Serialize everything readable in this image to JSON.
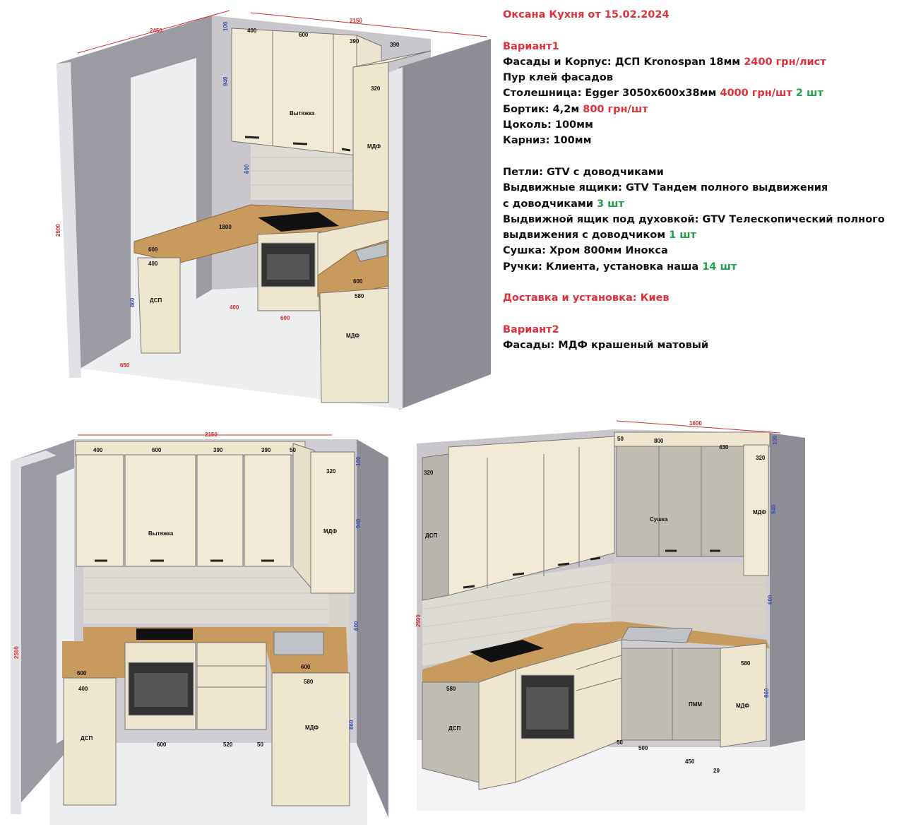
{
  "spec": {
    "title": "Оксана Кухня от 15.02.2024",
    "variant1_title": "Вариант1",
    "lines": [
      {
        "parts": [
          {
            "t": "Фасады и Корпус: ДСП Kronospan 18мм ",
            "c": ""
          },
          {
            "t": "2400 грн/лист",
            "c": "red"
          }
        ]
      },
      {
        "parts": [
          {
            "t": "Пур клей фасадов",
            "c": ""
          }
        ]
      },
      {
        "parts": [
          {
            "t": "Столешница: Egger 3050x600x38мм ",
            "c": ""
          },
          {
            "t": "4000 грн/шт",
            "c": "red"
          },
          {
            "t": " ",
            "c": ""
          },
          {
            "t": "2 шт",
            "c": "green"
          }
        ]
      },
      {
        "parts": [
          {
            "t": "Бортик: 4,2м ",
            "c": ""
          },
          {
            "t": "800 грн/шт",
            "c": "red"
          }
        ]
      },
      {
        "parts": [
          {
            "t": "Цоколь: 100мм",
            "c": ""
          }
        ]
      },
      {
        "parts": [
          {
            "t": "Карниз: 100мм",
            "c": ""
          }
        ]
      },
      {
        "gap": true
      },
      {
        "parts": [
          {
            "t": "Петли: GTV с доводчиками",
            "c": ""
          }
        ]
      },
      {
        "parts": [
          {
            "t": "Выдвижные ящики: GTV Тандем полного выдвижения",
            "c": ""
          }
        ]
      },
      {
        "parts": [
          {
            "t": "с доводчиками ",
            "c": ""
          },
          {
            "t": "3 шт",
            "c": "green"
          }
        ]
      },
      {
        "parts": [
          {
            "t": "Выдвижной ящик под духовкой: GTV Телескопический полного",
            "c": ""
          }
        ]
      },
      {
        "parts": [
          {
            "t": "выдвижения с доводчиком ",
            "c": ""
          },
          {
            "t": "1 шт",
            "c": "green"
          }
        ]
      },
      {
        "parts": [
          {
            "t": "Сушка: Хром 800мм Инокса",
            "c": ""
          }
        ]
      },
      {
        "parts": [
          {
            "t": "Ручки: Клиента, установка наша ",
            "c": ""
          },
          {
            "t": "14 шт",
            "c": "green"
          }
        ]
      }
    ],
    "delivery": "Доставка и установка: Киев",
    "variant2_title": "Вариант2",
    "variant2_line": "Фасады: МДФ крашеный матовый"
  },
  "render1": {
    "dims": {
      "d2450": "2450",
      "d2150": "2150",
      "d400a": "400",
      "d600a": "600",
      "d390a": "390",
      "d390b": "390",
      "d100": "100",
      "d940": "940",
      "d320": "320",
      "d600v": "600",
      "d2500": "2500",
      "d1800": "1800",
      "d600b": "600",
      "d400b": "400",
      "d860": "860",
      "d600c": "600",
      "d580": "580",
      "d400c": "400",
      "d600d": "600",
      "d650": "650"
    },
    "labels": {
      "hood": "Вытяжка",
      "mdf1": "МДФ",
      "dsp": "ДСП",
      "mdf2": "МДФ"
    }
  },
  "render2": {
    "dims": {
      "d2150": "2150",
      "d400": "400",
      "d600": "600",
      "d390a": "390",
      "d390b": "390",
      "d50": "50",
      "d100": "100",
      "d320": "320",
      "d940": "940",
      "d600v": "600",
      "d2500": "2500",
      "d600l": "600",
      "d400l": "400",
      "d600r": "600",
      "d580": "580",
      "d860": "860",
      "d600bot": "600",
      "d520": "520",
      "d50b": "50"
    },
    "labels": {
      "hood": "Вытяжка",
      "mdf_up": "МДФ",
      "dsp": "ДСП",
      "mdf_low": "МДФ"
    }
  },
  "render3": {
    "dims": {
      "d1600": "1600",
      "d50": "50",
      "d800": "800",
      "d430": "430",
      "d100": "100",
      "d320l": "320",
      "d320r": "320",
      "d940": "940",
      "d2500": "2500",
      "d600v": "600",
      "d580l": "580",
      "d580r": "580",
      "d860": "860",
      "d50b": "50",
      "d500": "500",
      "d450": "450",
      "d20": "20"
    },
    "labels": {
      "dryer": "Сушка",
      "mdf_up": "МДФ",
      "dsp_up": "ДСП",
      "dsp_low": "ДСП",
      "pmm": "ПММ",
      "mdf_low": "МДФ"
    }
  }
}
